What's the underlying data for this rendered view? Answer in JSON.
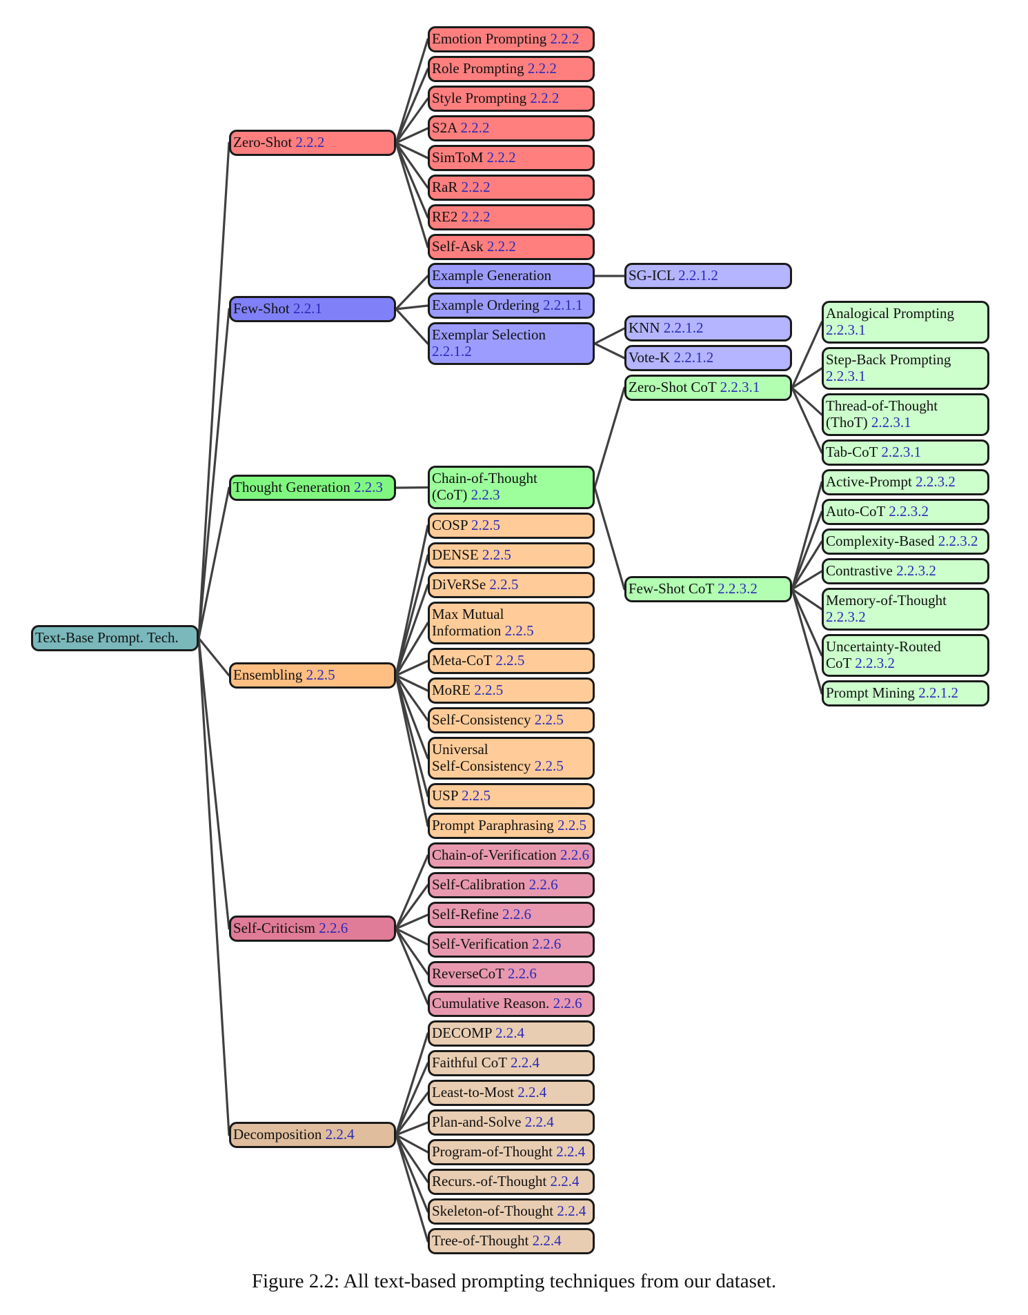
{
  "colors": {
    "root": "#7ab8bc",
    "zero_shot": "#ff7f7f",
    "few_shot_l1": "#8080f8",
    "few_shot_l2": "#9c9cff",
    "few_shot_l3": "#b4b4ff",
    "thought_l1": "#80f880",
    "thought_l2": "#9cff9c",
    "thought_l3": "#b2ffb2",
    "thought_l4": "#ccffcc",
    "ensembling_l1": "#ffbe82",
    "ensembling_l2": "#ffcc99",
    "self_criticism_l1": "#e07b98",
    "self_criticism_l2": "#e899b0",
    "decomposition_l1": "#dfbd9d",
    "decomposition_l2": "#e9cdb2",
    "edge": "#404040",
    "ref_text": "#2a2ab8"
  },
  "nodes": [
    {
      "id": "root",
      "text": "Text-Base Prompt.  Tech.",
      "ref": "",
      "color": "root"
    },
    {
      "id": "zero_shot",
      "text": "Zero-Shot",
      "ref": "2.2.2",
      "color": "zero_shot"
    },
    {
      "id": "emotion",
      "text": "Emotion Prompting",
      "ref": "2.2.2",
      "color": "zero_shot"
    },
    {
      "id": "role",
      "text": "Role Prompting",
      "ref": "2.2.2",
      "color": "zero_shot"
    },
    {
      "id": "style",
      "text": "Style Prompting",
      "ref": "2.2.2",
      "color": "zero_shot"
    },
    {
      "id": "s2a",
      "text": "S2A",
      "ref": "2.2.2",
      "color": "zero_shot"
    },
    {
      "id": "simtom",
      "text": "SimToM",
      "ref": "2.2.2",
      "color": "zero_shot"
    },
    {
      "id": "rar",
      "text": "RaR",
      "ref": "2.2.2",
      "color": "zero_shot"
    },
    {
      "id": "re2",
      "text": "RE2",
      "ref": "2.2.2",
      "color": "zero_shot"
    },
    {
      "id": "self_ask",
      "text": "Self-Ask",
      "ref": "2.2.2",
      "color": "zero_shot"
    },
    {
      "id": "few_shot",
      "text": "Few-Shot",
      "ref": "2.2.1",
      "color": "few_shot_l1"
    },
    {
      "id": "example_generation",
      "text": "Example Generation",
      "ref": "",
      "color": "few_shot_l2"
    },
    {
      "id": "example_ordering",
      "text": "Example Ordering",
      "ref": "2.2.1.1",
      "color": "few_shot_l2"
    },
    {
      "id": "exemplar_selection",
      "text": "Exemplar Selection",
      "ref": "2.2.1.2",
      "color": "few_shot_l2",
      "break_before_ref": true
    },
    {
      "id": "sg_icl",
      "text": "SG-ICL",
      "ref": "2.2.1.2",
      "color": "few_shot_l3"
    },
    {
      "id": "knn",
      "text": "KNN",
      "ref": "2.2.1.2",
      "color": "few_shot_l3"
    },
    {
      "id": "vote_k",
      "text": "Vote-K",
      "ref": "2.2.1.2",
      "color": "few_shot_l3"
    },
    {
      "id": "thought_generation",
      "text": "Thought Generation",
      "ref": "2.2.3",
      "color": "thought_l1"
    },
    {
      "id": "cot",
      "text": "Chain-of-Thought",
      "text2": "(CoT)",
      "ref": "2.2.3",
      "color": "thought_l2"
    },
    {
      "id": "zero_shot_cot",
      "text": "Zero-Shot CoT",
      "ref": "2.2.3.1",
      "color": "thought_l3"
    },
    {
      "id": "few_shot_cot",
      "text": "Few-Shot CoT",
      "ref": "2.2.3.2",
      "color": "thought_l3"
    },
    {
      "id": "analogical",
      "text": "Analogical Prompting",
      "ref": "2.2.3.1",
      "color": "thought_l4",
      "break_before_ref": true
    },
    {
      "id": "step_back",
      "text": "Step-Back Prompting",
      "ref": "2.2.3.1",
      "color": "thought_l4",
      "break_before_ref": true
    },
    {
      "id": "thot",
      "text": "Thread-of-Thought",
      "text2": "(ThoT)",
      "ref": "2.2.3.1",
      "color": "thought_l4"
    },
    {
      "id": "tab_cot",
      "text": "Tab-CoT",
      "ref": "2.2.3.1",
      "color": "thought_l4"
    },
    {
      "id": "active_prompt",
      "text": "Active-Prompt",
      "ref": "2.2.3.2",
      "color": "thought_l4"
    },
    {
      "id": "auto_cot",
      "text": "Auto-CoT",
      "ref": "2.2.3.2",
      "color": "thought_l4"
    },
    {
      "id": "complexity_based",
      "text": "Complexity-Based",
      "ref": "2.2.3.2",
      "color": "thought_l4"
    },
    {
      "id": "contrastive",
      "text": "Contrastive",
      "ref": "2.2.3.2",
      "color": "thought_l4"
    },
    {
      "id": "memory_of_thought",
      "text": "Memory-of-Thought",
      "ref": "2.2.3.2",
      "color": "thought_l4",
      "break_before_ref": true
    },
    {
      "id": "uncertainty_routed",
      "text": "Uncertainty-Routed",
      "text2": "CoT",
      "ref": "2.2.3.2",
      "color": "thought_l4"
    },
    {
      "id": "prompt_mining",
      "text": "Prompt Mining",
      "ref": "2.2.1.2",
      "color": "thought_l4"
    },
    {
      "id": "ensembling",
      "text": "Ensembling",
      "ref": "2.2.5",
      "color": "ensembling_l1"
    },
    {
      "id": "cosp",
      "text": "COSP",
      "ref": "2.2.5",
      "color": "ensembling_l2"
    },
    {
      "id": "dense",
      "text": "DENSE",
      "ref": "2.2.5",
      "color": "ensembling_l2"
    },
    {
      "id": "diverse",
      "text": "DiVeRSe",
      "ref": "2.2.5",
      "color": "ensembling_l2"
    },
    {
      "id": "max_mutual",
      "text": "Max Mutual",
      "text2": "Information",
      "ref": "2.2.5",
      "color": "ensembling_l2"
    },
    {
      "id": "meta_cot",
      "text": "Meta-CoT",
      "ref": "2.2.5",
      "color": "ensembling_l2"
    },
    {
      "id": "more",
      "text": "MoRE",
      "ref": "2.2.5",
      "color": "ensembling_l2"
    },
    {
      "id": "self_consistency",
      "text": "Self-Consistency",
      "ref": "2.2.5",
      "color": "ensembling_l2"
    },
    {
      "id": "universal_sc",
      "text": "Universal",
      "text2": "Self-Consistency",
      "ref": "2.2.5",
      "color": "ensembling_l2"
    },
    {
      "id": "usp",
      "text": "USP",
      "ref": "2.2.5",
      "color": "ensembling_l2"
    },
    {
      "id": "prompt_paraphrasing",
      "text": "Prompt Paraphrasing",
      "ref": "2.2.5",
      "color": "ensembling_l2"
    },
    {
      "id": "self_criticism",
      "text": "Self-Criticism",
      "ref": "2.2.6",
      "color": "self_criticism_l1"
    },
    {
      "id": "chain_of_verification",
      "text": "Chain-of-Verification",
      "ref": "2.2.6",
      "color": "self_criticism_l2"
    },
    {
      "id": "self_calibration",
      "text": "Self-Calibration",
      "ref": "2.2.6",
      "color": "self_criticism_l2"
    },
    {
      "id": "self_refine",
      "text": "Self-Refine",
      "ref": "2.2.6",
      "color": "self_criticism_l2"
    },
    {
      "id": "self_verification",
      "text": "Self-Verification",
      "ref": "2.2.6",
      "color": "self_criticism_l2"
    },
    {
      "id": "reverse_cot",
      "text": "ReverseCoT",
      "ref": "2.2.6",
      "color": "self_criticism_l2"
    },
    {
      "id": "cumulative_reason",
      "text": "Cumulative Reason.",
      "ref": "2.2.6",
      "color": "self_criticism_l2"
    },
    {
      "id": "decomposition",
      "text": "Decomposition",
      "ref": "2.2.4",
      "color": "decomposition_l1"
    },
    {
      "id": "decomp",
      "text": "DECOMP",
      "ref": "2.2.4",
      "color": "decomposition_l2"
    },
    {
      "id": "faithful_cot",
      "text": "Faithful CoT",
      "ref": "2.2.4",
      "color": "decomposition_l2"
    },
    {
      "id": "least_to_most",
      "text": "Least-to-Most",
      "ref": "2.2.4",
      "color": "decomposition_l2"
    },
    {
      "id": "plan_and_solve",
      "text": "Plan-and-Solve",
      "ref": "2.2.4",
      "color": "decomposition_l2"
    },
    {
      "id": "program_of_thought",
      "text": "Program-of-Thought",
      "ref": "2.2.4",
      "color": "decomposition_l2"
    },
    {
      "id": "recurs_of_thought",
      "text": "Recurs.-of-Thought",
      "ref": "2.2.4",
      "color": "decomposition_l2"
    },
    {
      "id": "skeleton_of_thought",
      "text": "Skeleton-of-Thought",
      "ref": "2.2.4",
      "color": "decomposition_l2"
    },
    {
      "id": "tree_of_thought",
      "text": "Tree-of-Thought",
      "ref": "2.2.4",
      "color": "decomposition_l2"
    }
  ],
  "edges": [
    [
      "root",
      "zero_shot"
    ],
    [
      "root",
      "few_shot"
    ],
    [
      "root",
      "thought_generation"
    ],
    [
      "root",
      "ensembling"
    ],
    [
      "root",
      "self_criticism"
    ],
    [
      "root",
      "decomposition"
    ],
    [
      "zero_shot",
      "emotion"
    ],
    [
      "zero_shot",
      "role"
    ],
    [
      "zero_shot",
      "style"
    ],
    [
      "zero_shot",
      "s2a"
    ],
    [
      "zero_shot",
      "simtom"
    ],
    [
      "zero_shot",
      "rar"
    ],
    [
      "zero_shot",
      "re2"
    ],
    [
      "zero_shot",
      "self_ask"
    ],
    [
      "few_shot",
      "example_generation"
    ],
    [
      "few_shot",
      "example_ordering"
    ],
    [
      "few_shot",
      "exemplar_selection"
    ],
    [
      "example_generation",
      "sg_icl"
    ],
    [
      "exemplar_selection",
      "knn"
    ],
    [
      "exemplar_selection",
      "vote_k"
    ],
    [
      "thought_generation",
      "cot"
    ],
    [
      "cot",
      "zero_shot_cot"
    ],
    [
      "cot",
      "few_shot_cot"
    ],
    [
      "zero_shot_cot",
      "analogical"
    ],
    [
      "zero_shot_cot",
      "step_back"
    ],
    [
      "zero_shot_cot",
      "thot"
    ],
    [
      "zero_shot_cot",
      "tab_cot"
    ],
    [
      "few_shot_cot",
      "active_prompt"
    ],
    [
      "few_shot_cot",
      "auto_cot"
    ],
    [
      "few_shot_cot",
      "complexity_based"
    ],
    [
      "few_shot_cot",
      "contrastive"
    ],
    [
      "few_shot_cot",
      "memory_of_thought"
    ],
    [
      "few_shot_cot",
      "uncertainty_routed"
    ],
    [
      "few_shot_cot",
      "prompt_mining"
    ],
    [
      "ensembling",
      "cosp"
    ],
    [
      "ensembling",
      "dense"
    ],
    [
      "ensembling",
      "diverse"
    ],
    [
      "ensembling",
      "max_mutual"
    ],
    [
      "ensembling",
      "meta_cot"
    ],
    [
      "ensembling",
      "more"
    ],
    [
      "ensembling",
      "self_consistency"
    ],
    [
      "ensembling",
      "universal_sc"
    ],
    [
      "ensembling",
      "usp"
    ],
    [
      "ensembling",
      "prompt_paraphrasing"
    ],
    [
      "self_criticism",
      "chain_of_verification"
    ],
    [
      "self_criticism",
      "self_calibration"
    ],
    [
      "self_criticism",
      "self_refine"
    ],
    [
      "self_criticism",
      "self_verification"
    ],
    [
      "self_criticism",
      "reverse_cot"
    ],
    [
      "self_criticism",
      "cumulative_reason"
    ],
    [
      "decomposition",
      "decomp"
    ],
    [
      "decomposition",
      "faithful_cot"
    ],
    [
      "decomposition",
      "least_to_most"
    ],
    [
      "decomposition",
      "plan_and_solve"
    ],
    [
      "decomposition",
      "program_of_thought"
    ],
    [
      "decomposition",
      "recurs_of_thought"
    ],
    [
      "decomposition",
      "skeleton_of_thought"
    ],
    [
      "decomposition",
      "tree_of_thought"
    ]
  ],
  "caption": "Figure 2.2: All text-based prompting techniques from our dataset."
}
